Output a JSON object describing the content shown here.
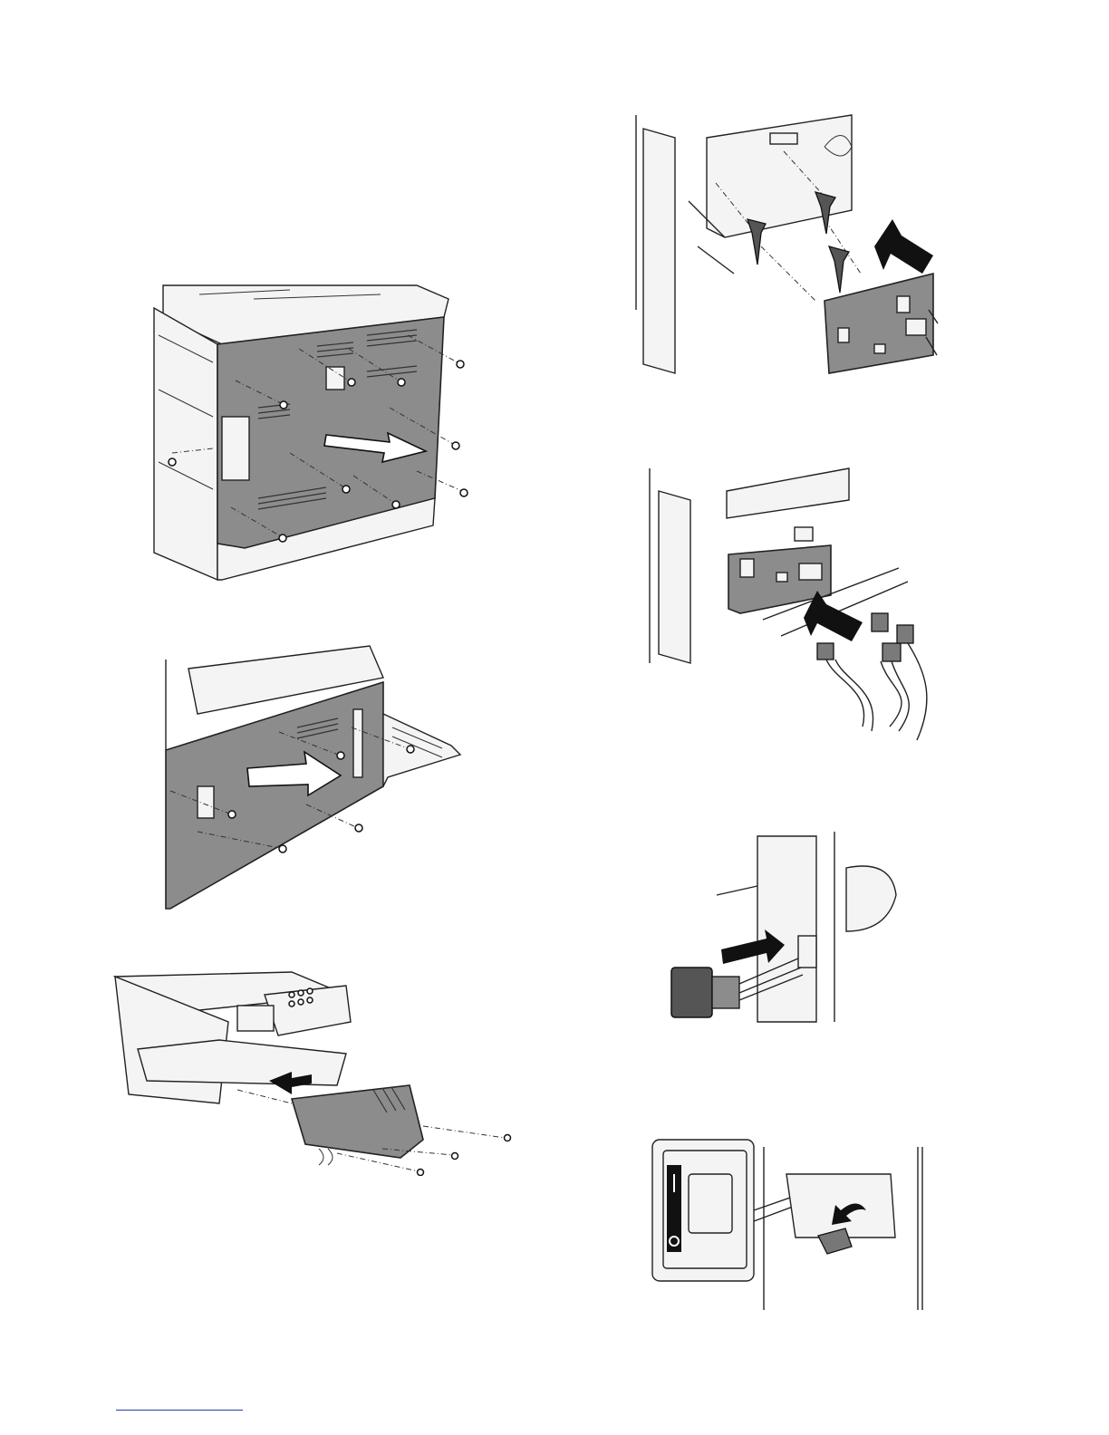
{
  "page": {
    "background": "#ffffff",
    "footer_rule_color": "#1f3fa8"
  },
  "figures": [
    {
      "id": "rear-cover-removal",
      "icon": "machine-rear-cover-screws"
    },
    {
      "id": "pwb-spacer-install",
      "icon": "board-spacers-arrow"
    },
    {
      "id": "connector-attach",
      "icon": "harness-connectors-arrow"
    },
    {
      "id": "left-cover-removal",
      "icon": "left-cover-screws-arrow"
    },
    {
      "id": "power-switch-insert",
      "icon": "switch-insert-arrow"
    },
    {
      "id": "exit-tray-removal",
      "icon": "exit-tray-screws-arrow"
    },
    {
      "id": "switch-toggle",
      "icon": "power-switch-toggle"
    }
  ]
}
